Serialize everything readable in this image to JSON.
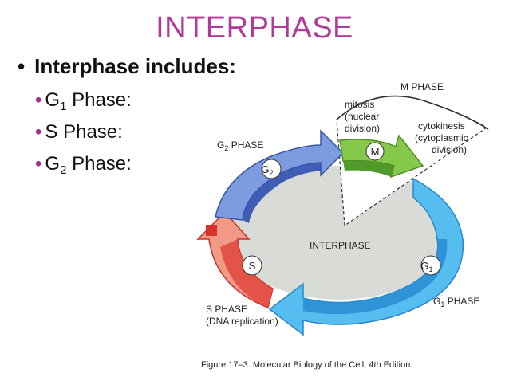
{
  "slide": {
    "title": "INTERPHASE",
    "heading": "Interphase includes:",
    "bullets": [
      {
        "main": "G",
        "sub": "1",
        "rest": " Phase:"
      },
      {
        "main": "S Phase:",
        "sub": "",
        "rest": ""
      },
      {
        "main": "G",
        "sub": "2",
        "rest": " Phase:"
      }
    ]
  },
  "diagram": {
    "m_phase": "M PHASE",
    "mitosis": [
      "mitosis",
      "(nuclear",
      "division)"
    ],
    "cytokinesis": [
      "cytokinesis",
      "(cytoplasmic",
      "division)"
    ],
    "g2_phase": [
      "G",
      "2",
      " PHASE"
    ],
    "s_phase": [
      "S PHASE",
      "(DNA replication)"
    ],
    "g1_phase": [
      "G",
      "1",
      " PHASE"
    ],
    "center": "INTERPHASE",
    "markers": {
      "m": "M",
      "g2": [
        "G",
        "2"
      ],
      "s": "S",
      "g1": [
        "G",
        "1"
      ]
    },
    "caption": "Figure 17–3. Molecular Biology of the Cell, 4th Edition.",
    "colors": {
      "m": "#7cc242",
      "g2": "#6f8fd0",
      "s": "#e8493f",
      "g1": "#55bdf0",
      "center": "#d9dcd6"
    }
  }
}
